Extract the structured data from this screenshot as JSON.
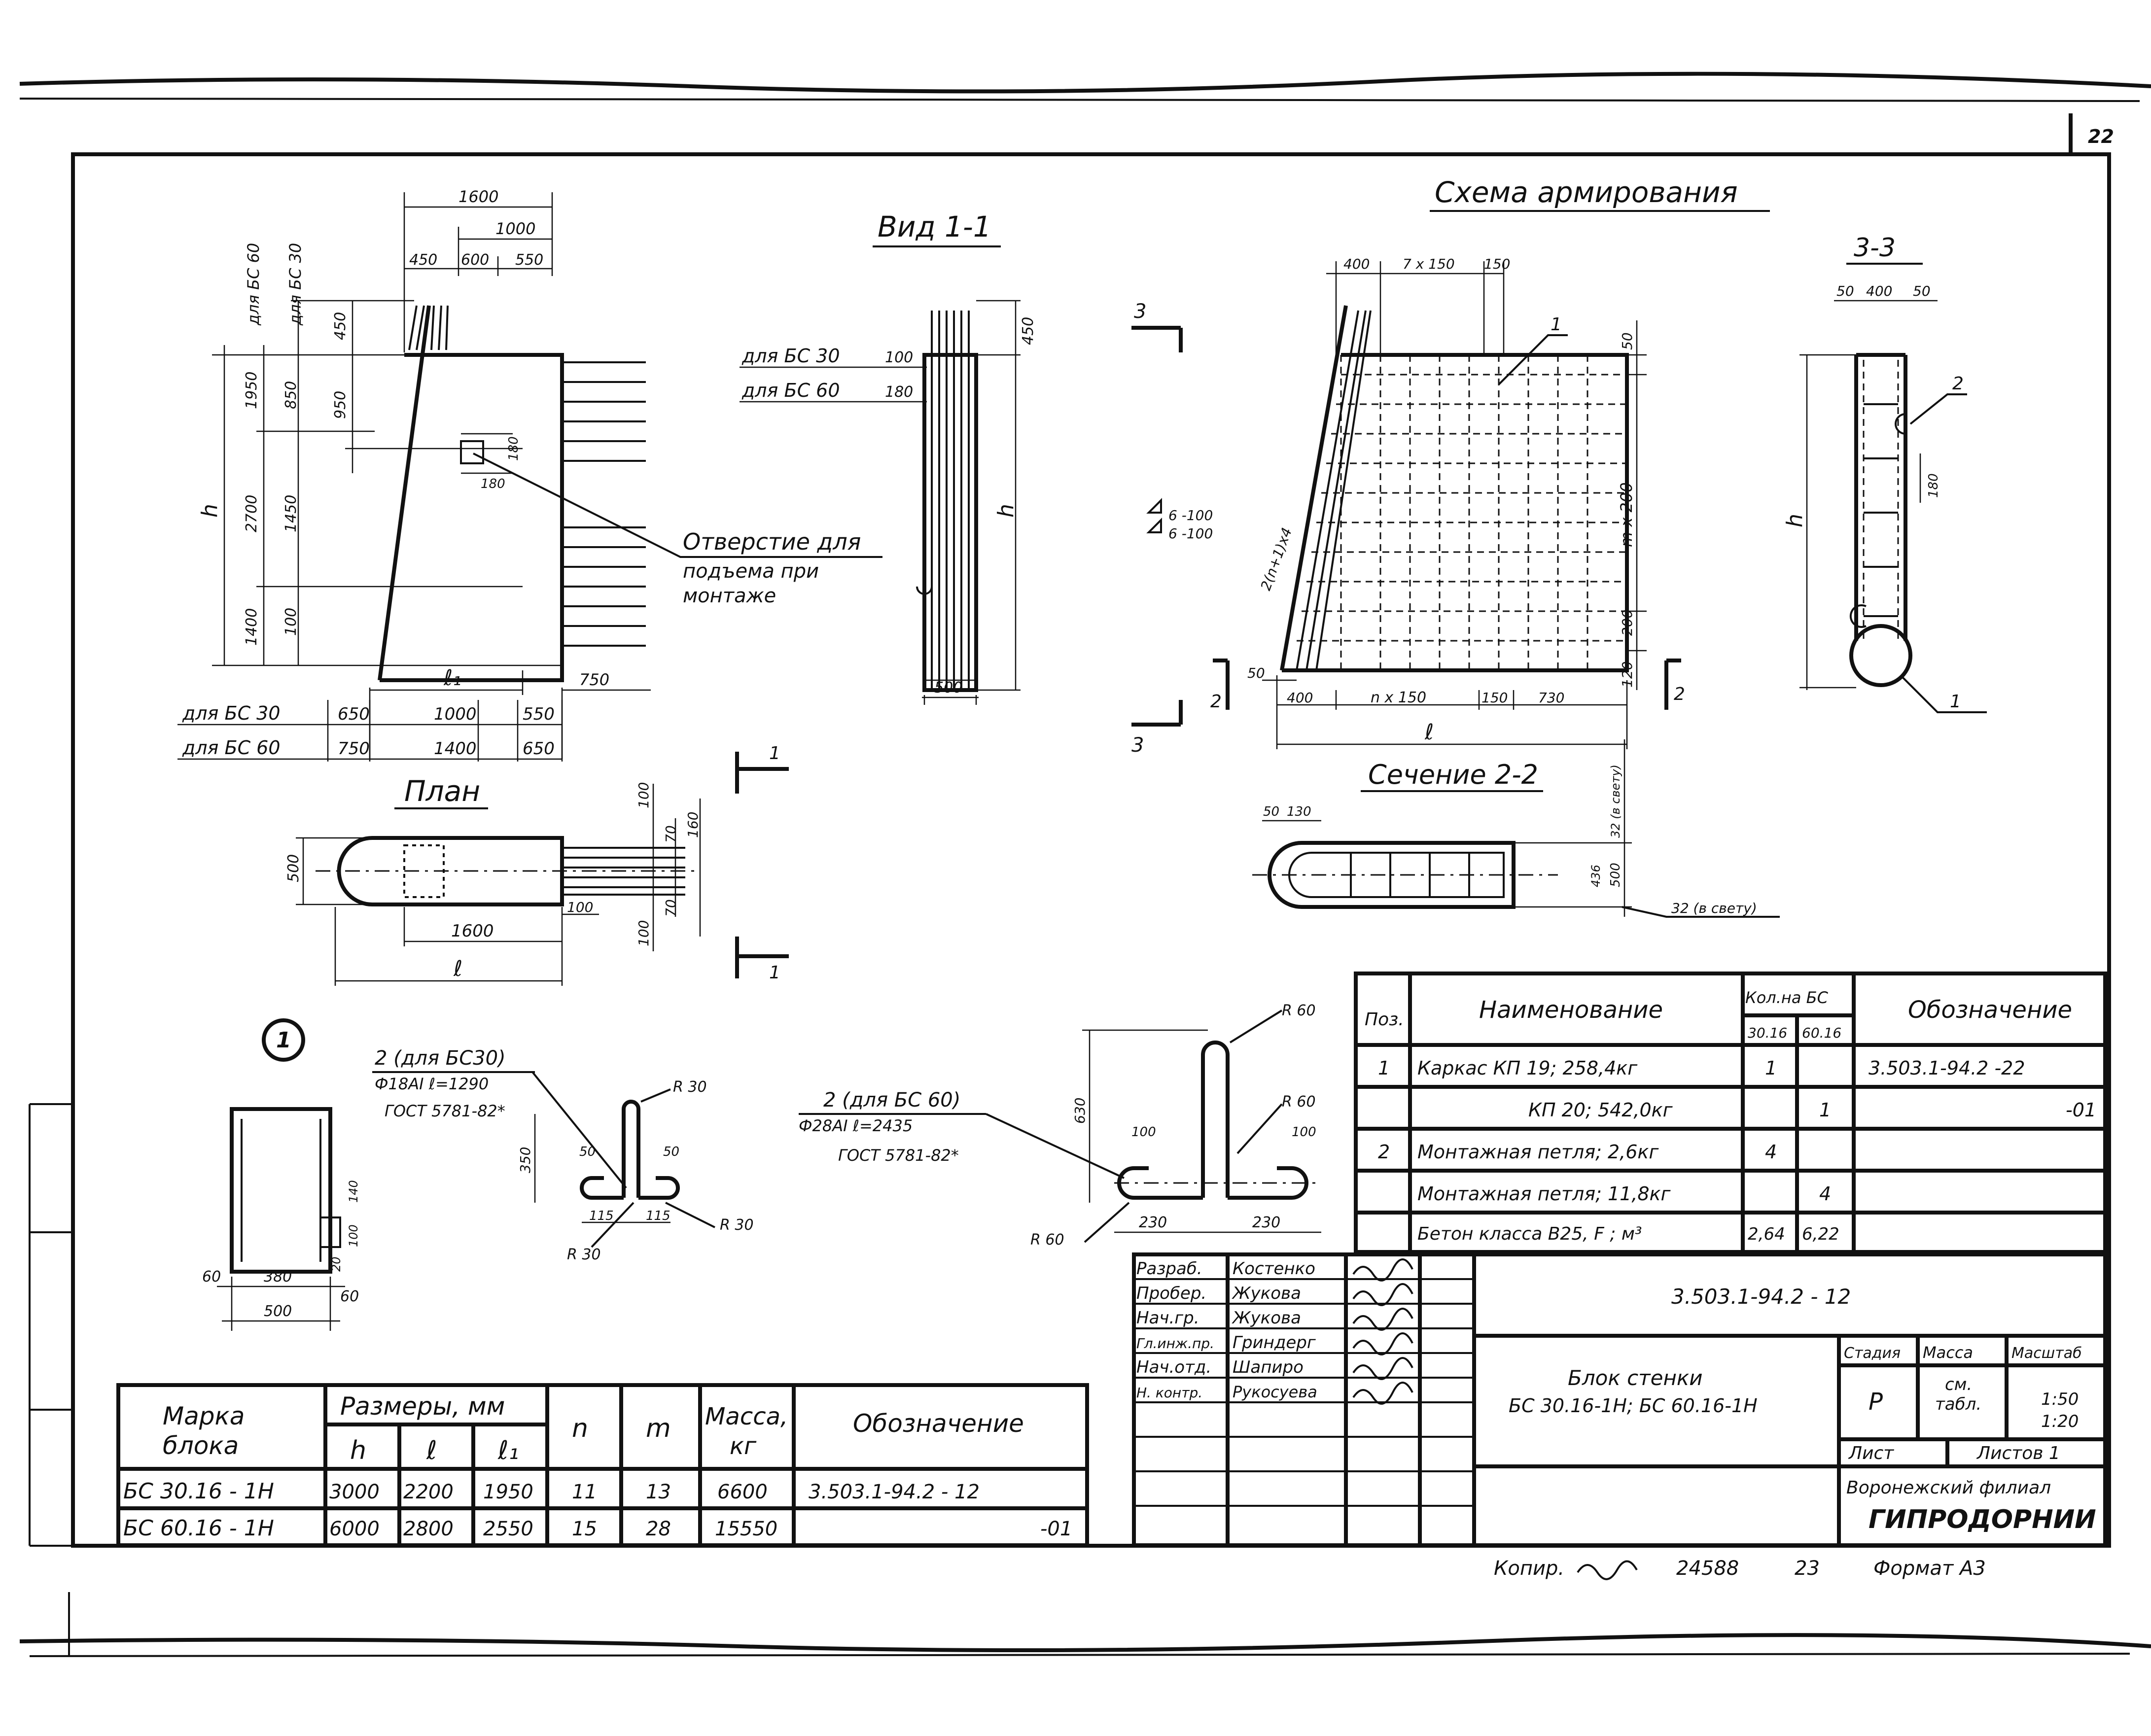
{
  "sheet": {
    "page_number": "22",
    "top_title": "Схема армирования",
    "view_1_1": "Вид 1-1",
    "plan": "План",
    "section_3_3": "3-3",
    "section_2_2": "Сечение 2-2",
    "callout_1": "1",
    "bottom_copy": "Копир.",
    "bottom_order": "24588",
    "bottom_sheet": "23",
    "bottom_format": "Формат А3"
  },
  "elevation": {
    "dims_top": [
      "1600",
      "1000",
      "450",
      "600",
      "550"
    ],
    "left_group_labels": [
      "для БС 60",
      "для БС 30"
    ],
    "vert_dims_a": [
      "1950",
      "2700",
      "1400"
    ],
    "vert_dims_b": [
      "850",
      "1450",
      "100"
    ],
    "vert_dims_c": [
      "450",
      "950"
    ],
    "h_label": "h",
    "small_dims": [
      "180",
      "180"
    ],
    "hole_note_title": "Отверстие для",
    "hole_note_line2": "подъема при",
    "hole_note_line3": "монтаже",
    "l1_label": "ℓ₁",
    "dim_750": "750",
    "row_bc30_label": "для БС 30",
    "row_bc30": [
      "650",
      "1000",
      "550"
    ],
    "row_bc60_label": "для БС 60",
    "row_bc60": [
      "750",
      "1400",
      "650"
    ]
  },
  "view11": {
    "row1_label": "для БС 30",
    "row1_value": "100",
    "row2_label": "для БС 60",
    "row2_value": "180",
    "top_dim": "450",
    "h_label": "h",
    "bottom_dim": "500"
  },
  "plan_view": {
    "dims": [
      "500",
      "1600",
      "100",
      "100",
      "100",
      "70",
      "70",
      "160"
    ],
    "l_label": "ℓ",
    "section_mark": "1"
  },
  "reinforcement": {
    "section_mark": "3",
    "top_dims": [
      "400",
      "7 x 150",
      "150"
    ],
    "pos_1": "1",
    "weld_1": "6 -100",
    "weld_2": "6 -100",
    "diag_label": "2(n+1)x4",
    "right_dims": [
      "50",
      "m x 200",
      "200",
      "120"
    ],
    "bottom_dims": [
      "50",
      "400",
      "n x 150",
      "150",
      "730"
    ],
    "l_label": "ℓ",
    "mark_2": "2"
  },
  "sec33": {
    "dims": [
      "50",
      "400",
      "50"
    ],
    "h_label": "h",
    "dim_180": "180",
    "pos_2": "2",
    "pos_1": "1"
  },
  "sec22": {
    "dims_top": [
      "50",
      "130"
    ],
    "dims_right": [
      "32 (в свету)",
      "436",
      "500"
    ],
    "dim_bottom": "32 (в свету)"
  },
  "node1": {
    "dims": [
      "60",
      "380",
      "60",
      "500",
      "20",
      "100",
      "140"
    ]
  },
  "loop_bc30": {
    "title": "2 (для БС30)",
    "spec": "Ф18АI  ℓ=1290",
    "gost": "ГОСТ 5781-82*",
    "dims": [
      "350",
      "50",
      "50",
      "115",
      "115"
    ],
    "radii": [
      "R 30",
      "R 30",
      "R 30"
    ]
  },
  "loop_bc60": {
    "title": "2 (для БС 60)",
    "spec": "Ф28АI  ℓ=2435",
    "gost": "ГОСТ 5781-82*",
    "dims": [
      "630",
      "100",
      "100",
      "230",
      "230"
    ],
    "radii": [
      "R 60",
      "R 60",
      "R 60"
    ]
  },
  "spec_table": {
    "head_pos": "Поз.",
    "head_name": "Наименование",
    "head_qty": "Кол.на БС",
    "head_sub": [
      "30.16",
      "60.16"
    ],
    "head_desig": "Обозначение",
    "rows": [
      {
        "pos": "1",
        "name": "Каркас КП 19; 258,4кг",
        "q1": "1",
        "q2": "",
        "desig": "3.503.1-94.2 -22"
      },
      {
        "pos": "",
        "name": "КП 20; 542,0кг",
        "q1": "",
        "q2": "1",
        "desig": "-01"
      },
      {
        "pos": "2",
        "name": "Монтажная петля; 2,6кг",
        "q1": "4",
        "q2": "",
        "desig": ""
      },
      {
        "pos": "",
        "name": "Монтажная петля; 11,8кг",
        "q1": "",
        "q2": "4",
        "desig": ""
      },
      {
        "pos": "",
        "name": "Бетон класса В25, F      ; м³",
        "q1": "2,64",
        "q2": "6,22",
        "desig": ""
      }
    ]
  },
  "title_block": {
    "roles": [
      "Разраб.",
      "Пробер.",
      "Нач.гр.",
      "Гл.инж.пр.",
      "Нач.отд.",
      "Н. контр."
    ],
    "names": [
      "Костенко",
      "Жукова",
      "Жукова",
      "Гриндерг",
      "Шапиро",
      "Рукосуева"
    ],
    "doc_code": "3.503.1-94.2 - 12",
    "name_line1": "Блок стенки",
    "name_line2": "БС 30.16-1Н;  БС 60.16-1Н",
    "stage_head": "Стадия",
    "mass_head": "Масса",
    "scale_head": "Масштаб",
    "stage_val": "Р",
    "mass_val1": "см.",
    "mass_val2": "табл.",
    "scale_val1": "1:50",
    "scale_val2": "1:20",
    "sheet_label": "Лист",
    "sheets_label": "Листов 1",
    "org_line1": "Воронежский филиал",
    "org_line2": "ГИПРОДОРНИИ"
  },
  "marks_table": {
    "head_mark": "Марка блока",
    "head_mark1": "Марка",
    "head_mark2": "блока",
    "head_dims": "Размеры, мм",
    "sub_h": "h",
    "sub_l": "ℓ",
    "sub_l1": "ℓ₁",
    "head_n": "n",
    "head_m": "m",
    "head_mass1": "Масса,",
    "head_mass2": "кг",
    "head_desig": "Обозначение",
    "rows": [
      {
        "mark": "БС 30.16 - 1Н",
        "h": "3000",
        "l": "2200",
        "l1": "1950",
        "n": "11",
        "m": "13",
        "mass": "6600",
        "desig": "3.503.1-94.2 - 12"
      },
      {
        "mark": "БС 60.16 - 1Н",
        "h": "6000",
        "l": "2800",
        "l1": "2550",
        "n": "15",
        "m": "28",
        "mass": "15550",
        "desig": "-01"
      }
    ]
  }
}
